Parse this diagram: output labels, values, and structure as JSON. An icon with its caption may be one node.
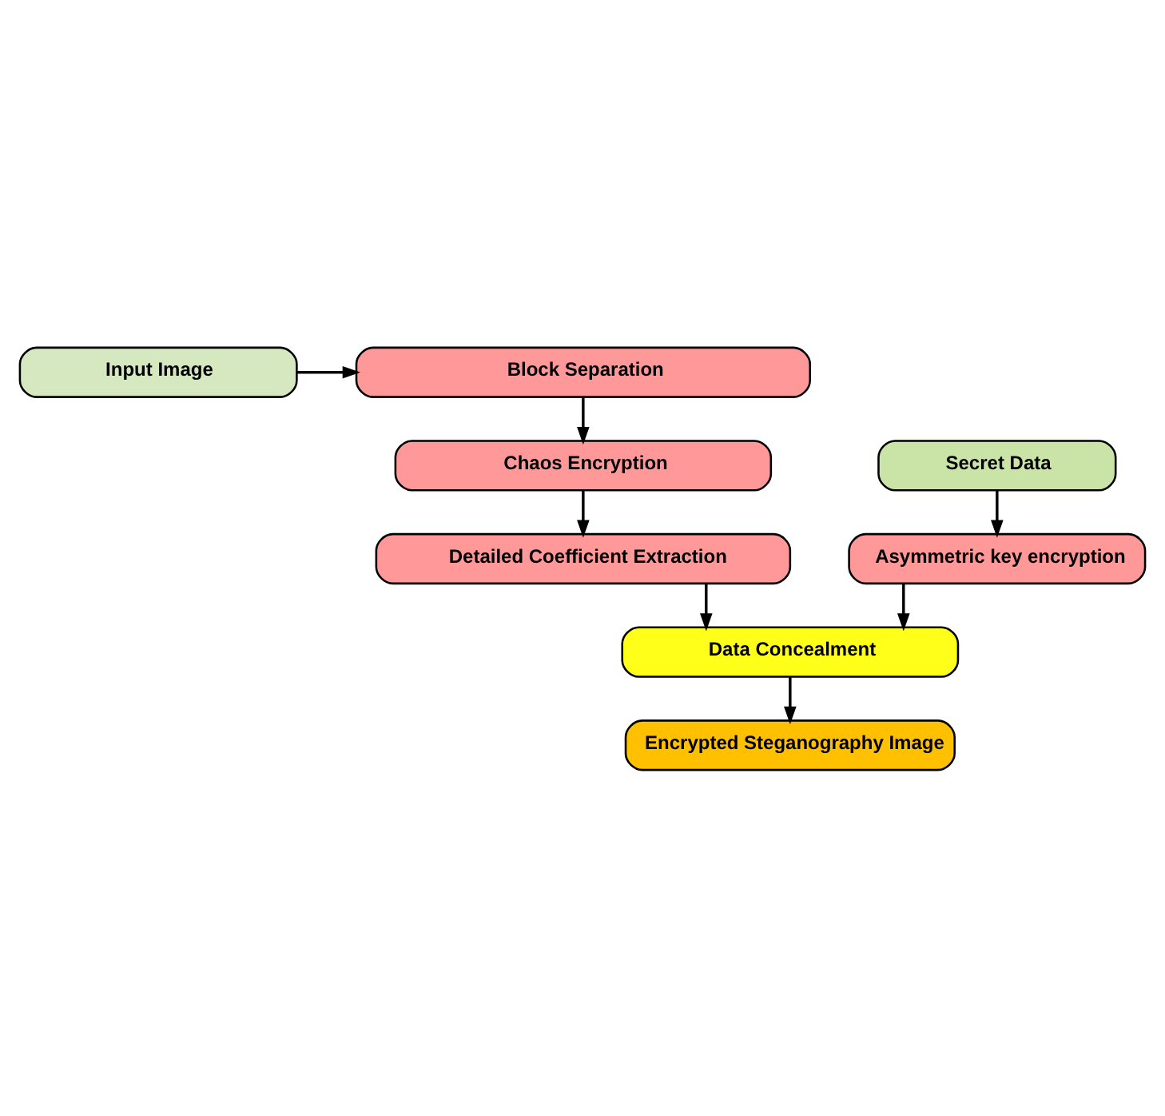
{
  "diagram": {
    "nodes": [
      {
        "text": [
          "Input Image"
        ]
      },
      {
        "text": [
          "Block Separation"
        ]
      },
      {
        "text": [
          "Chaos Encryption"
        ]
      },
      {
        "text": [
          "Secret Data"
        ]
      },
      {
        "text": [
          "Detailed Coefficient Extraction"
        ]
      },
      {
        "text": [
          "Asymmetric key encryption"
        ]
      },
      {
        "text": [
          "Data Concealment"
        ]
      },
      {
        "text": [
          "Encrypted Steganography Image"
        ]
      }
    ],
    "edges": [
      {
        "from": 0,
        "to": 1,
        "arrow": "to"
      },
      {
        "from": 1,
        "to": 2,
        "arrow": "to"
      },
      {
        "from": 2,
        "to": 4,
        "arrow": "to"
      },
      {
        "from": 3,
        "to": 5,
        "arrow": "to"
      },
      {
        "from": 4,
        "to": 6,
        "arrow": "to"
      },
      {
        "from": 5,
        "to": 6,
        "arrow": "to"
      },
      {
        "from": 6,
        "to": 7,
        "arrow": "to"
      }
    ]
  }
}
